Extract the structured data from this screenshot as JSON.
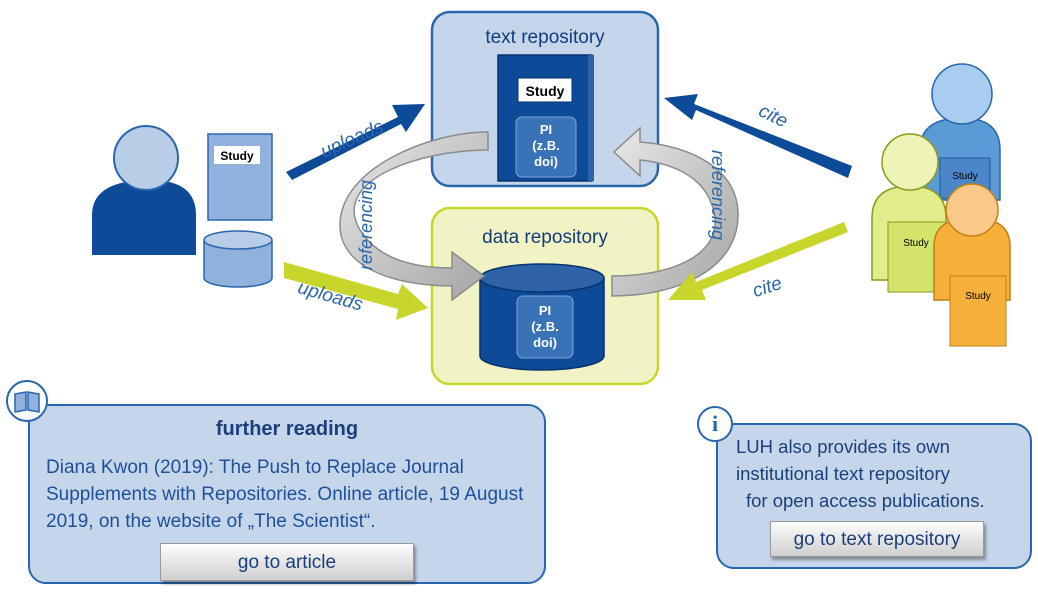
{
  "diagram": {
    "text_repository": {
      "title": "text repository",
      "study_label": "Study",
      "pi_lines": [
        "PI",
        "(z.B.",
        "doi)"
      ]
    },
    "data_repository": {
      "title": "data repository",
      "pi_lines": [
        "PI",
        "(z.B.",
        "doi)"
      ]
    },
    "author": {
      "study_label": "Study"
    },
    "readers": {
      "study_labels": [
        "Study",
        "Study",
        "Study"
      ]
    },
    "labels": {
      "uploads_top": "uploads",
      "uploads_bottom": "uploads",
      "referencing_left": "referencing",
      "referencing_right": "referencing",
      "cite_top": "cite",
      "cite_bottom": "cite"
    }
  },
  "further_reading": {
    "title": "further reading",
    "text": "Diana Kwon (2019): The Push to Replace Journal Supplements with Repositories. Online article, 19 August 2019, on the website of „The Scientist“.",
    "button_label": "go to article"
  },
  "info": {
    "icon_label": "i",
    "lines": [
      "LUH also provides its own",
      "institutional text repository",
      "for open access publications."
    ],
    "button_label": "go to text repository"
  },
  "colors": {
    "dark_blue": "#0d4a98",
    "mid_blue": "#2a66ad",
    "light_blue": "#c6d6ea",
    "yellow_green": "#c8d62b",
    "light_yellow": "#f2f3c4",
    "gray_arrow": "#b8b8b8",
    "person_dark": "#0d4a98",
    "person_light": "#b8cde6",
    "reader_blue": "#5b9bd5",
    "reader_green": "#e2ec8a",
    "reader_orange": "#f5b03a"
  }
}
